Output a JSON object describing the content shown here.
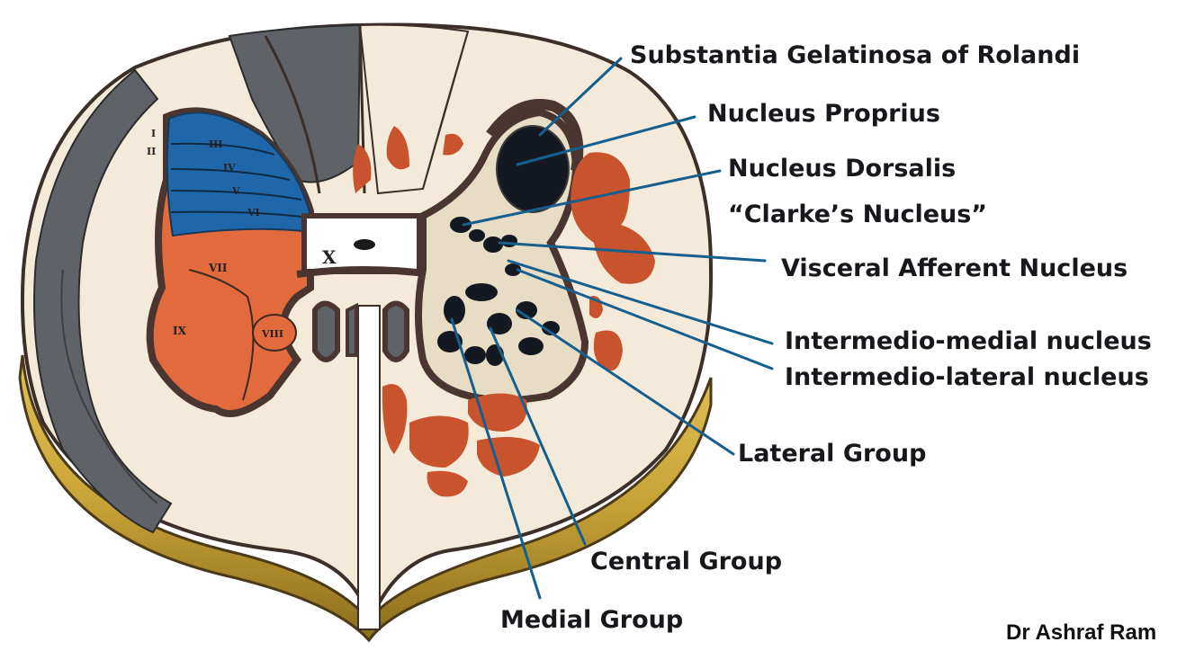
{
  "labels": {
    "substantia_gelatinosa": "Substantia Gelatinosa of Rolandi",
    "nucleus_proprius": "Nucleus Proprius",
    "nucleus_dorsalis": "Nucleus Dorsalis",
    "clarkes_nucleus": "“Clarke’s Nucleus”",
    "visceral_afferent": "Visceral Afferent Nucleus",
    "intermedio_medial": "Intermedio-medial nucleus",
    "intermedio_lateral": "Intermedio-lateral nucleus",
    "lateral_group": "Lateral Group",
    "central_group": "Central Group",
    "medial_group": "Medial Group"
  },
  "laminae": {
    "i": "I",
    "ii": "II",
    "iii": "III",
    "iv": "IV",
    "v": "V",
    "vi": "VI",
    "vii": "VII",
    "viii": "VIII",
    "ix": "IX",
    "x": "X"
  },
  "credit": "Dr Ashraf Ram",
  "colors": {
    "white_matter": "#f3ead9",
    "gray_matter": "#e7dcc4",
    "tract_gray": "#5f6266",
    "tract_red": "#c9532c",
    "lamina_blue": "#1f67a9",
    "ventral_red": "#e26a3d",
    "nucleus_dark": "#141820",
    "outline_brown": "#4a3530",
    "gold_edge": "#c9a437",
    "pointer_line": "#155f8e"
  }
}
